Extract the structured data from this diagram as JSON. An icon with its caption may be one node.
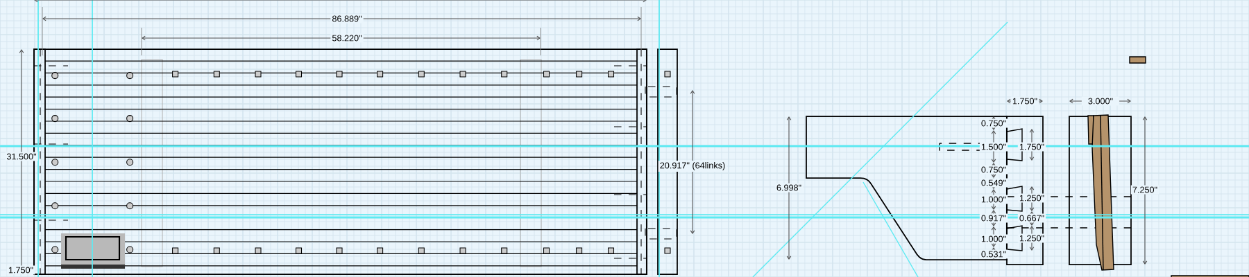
{
  "diagram": {
    "labels": [
      "86.889\"",
      "58.220\"",
      "1.750\"",
      "3.000\"",
      "0.750\"",
      "1.500\"",
      "1.750\"",
      "31.500\"",
      "20.917\" (64links)",
      "0.750\"",
      "0.549\"",
      "6.998\"",
      "7.250\"",
      "1.000\"",
      "1.250\"",
      "0.917\"",
      "0.667\"",
      "1.000\"",
      "1.250\"",
      "0.531\"",
      "1.750\""
    ]
  }
}
